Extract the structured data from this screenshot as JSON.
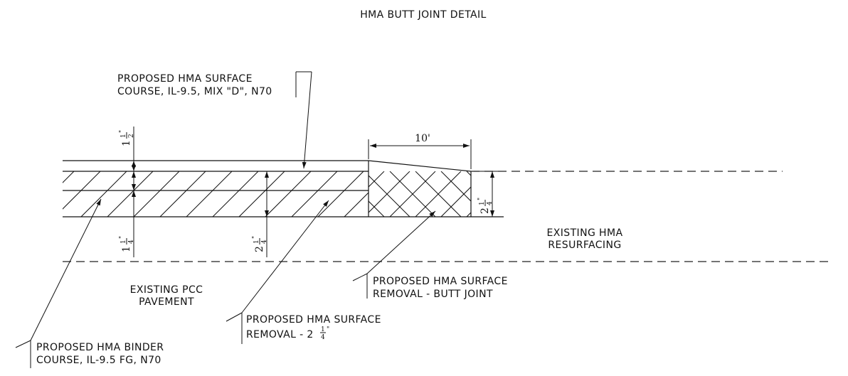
{
  "title": "HMA BUTT JOINT DETAIL",
  "labels": {
    "surface_course_1": "PROPOSED HMA SURFACE",
    "surface_course_2": "COURSE, IL-9.5, MIX \"D\", N70",
    "existing_hma_1": "EXISTING HMA",
    "existing_hma_2": "RESURFACING",
    "butt_joint_1": "PROPOSED HMA SURFACE",
    "butt_joint_2": "REMOVAL - BUTT JOINT",
    "existing_pcc_1": "EXISTING PCC",
    "existing_pcc_2": "PAVEMENT",
    "surface_removal_1": "PROPOSED HMA SURFACE",
    "surface_removal_2": "REMOVAL - 2",
    "binder_course_1": "PROPOSED HMA BINDER",
    "binder_course_2": "COURSE, IL-9.5 FG, N70"
  },
  "dimensions": {
    "taper_length": "10'",
    "surface_thickness_whole": "1",
    "binder_thickness_whole": "1",
    "removal_thickness_whole": "2",
    "butt_thickness_whole": "2",
    "frac_half_num": "1",
    "frac_half_den": "2",
    "frac_quarter_num": "1",
    "frac_quarter_den": "4",
    "inch_mark": "\""
  }
}
